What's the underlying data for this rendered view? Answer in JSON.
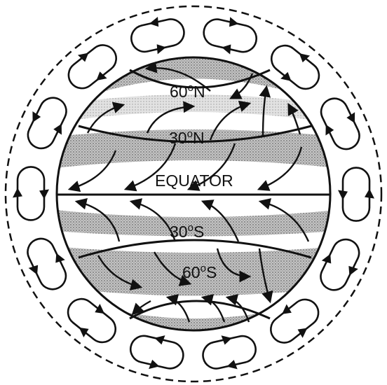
{
  "diagram": {
    "description_type": "global-atmospheric-circulation",
    "labels": {
      "lat60n": {
        "num": "60",
        "deg": "o",
        "hemi": "N"
      },
      "lat30n": {
        "num": "30",
        "deg": "o",
        "hemi": "N"
      },
      "equator": "EQUATOR",
      "lat30s": {
        "num": "30",
        "deg": "o",
        "hemi": "S"
      },
      "lat60s": {
        "num": "60",
        "deg": "o",
        "hemi": "S"
      }
    },
    "colors": {
      "ink": "#111111",
      "band_shade": "#a9a9a9",
      "background": "#ffffff"
    },
    "circulation_cell_count": 14
  }
}
